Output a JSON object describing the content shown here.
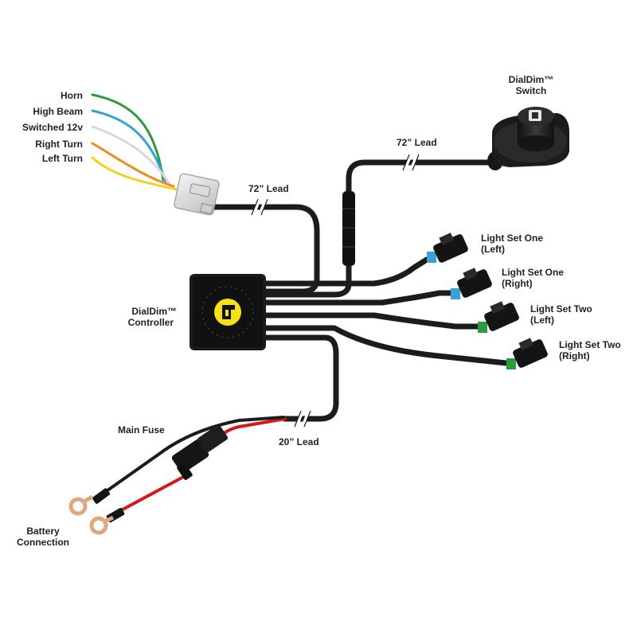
{
  "labels": {
    "horn": "Horn",
    "high_beam": "High Beam",
    "switched_12v": "Switched 12v",
    "right_turn": "Right Turn",
    "left_turn": "Left Turn",
    "lead_72_input": "72” Lead",
    "lead_72_switch": "72” Lead",
    "lead_20": "20” Lead",
    "switch_title_1": "DialDim™",
    "switch_title_2": "Switch",
    "controller_1": "DialDim™",
    "controller_2": "Controller",
    "ls1_left_1": "Light Set One",
    "ls1_left_2": "(Left)",
    "ls1_right_1": "Light Set One",
    "ls1_right_2": "(Right)",
    "ls2_left_1": "Light Set Two",
    "ls2_left_2": "(Left)",
    "ls2_right_1": "Light Set Two",
    "ls2_right_2": "(Right)",
    "main_fuse": "Main Fuse",
    "battery_1": "Battery",
    "battery_2": "Connection"
  },
  "wire_colors": {
    "horn": "#2e9a3e",
    "high_beam": "#3aa0d8",
    "switched_12v": "#d8d8d8",
    "right_turn": "#f08a1c",
    "left_turn": "#f2d21e",
    "cable": "#1c1c1c",
    "positive": "#d4191c",
    "logo_yellow": "#f5e01a",
    "terminal": "#e1a77b"
  }
}
